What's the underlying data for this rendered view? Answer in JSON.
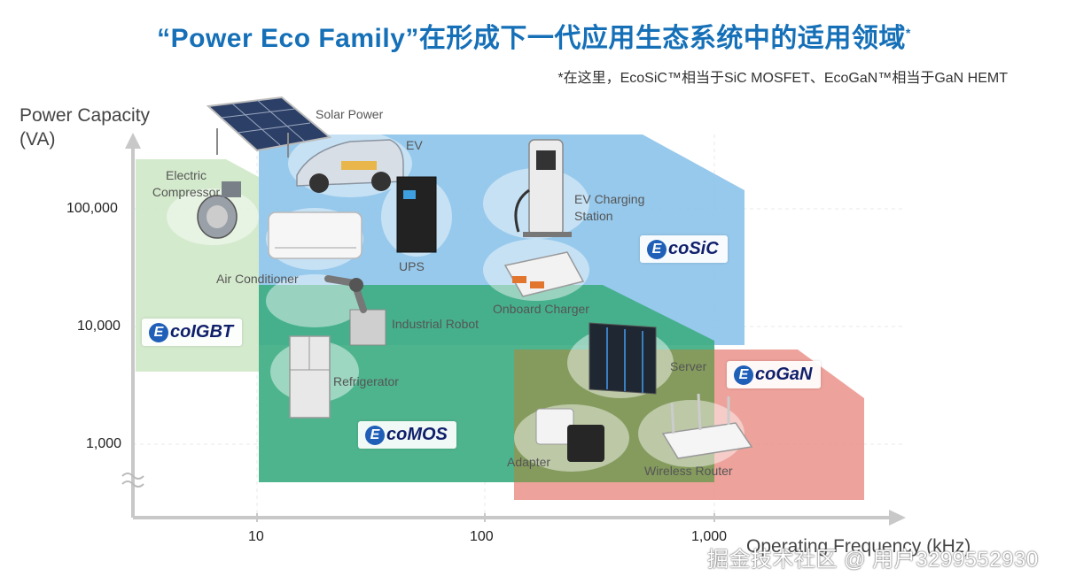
{
  "title": "“Power Eco Family”在形成下一代应用生态系统中的适用领域",
  "title_mark": "*",
  "subtitle": "*在这里，EcoSiC™相当于SiC MOSFET、EcoGaN™相当于GaN HEMT",
  "y_axis": {
    "title_line1": "Power Capacity",
    "title_line2": "(VA)",
    "ticks": [
      "100,000",
      "10,000",
      "1,000"
    ]
  },
  "x_axis": {
    "title": "Operating Frequency (kHz)",
    "ticks": [
      "10",
      "100",
      "1,000"
    ]
  },
  "families": {
    "igbt": {
      "prefix": "E",
      "name": "coIGBT",
      "color": "#cfe8c8"
    },
    "sic": {
      "prefix": "E",
      "name": "coSiC",
      "color": "#8ec4ea"
    },
    "mos": {
      "prefix": "E",
      "name": "coMOS",
      "color": "#3fae84"
    },
    "gan": {
      "prefix": "E",
      "name": "coGaN",
      "color": "#ea9289"
    }
  },
  "applications": {
    "solar": "Solar Power",
    "ev": "EV",
    "compressor_l1": "Electric",
    "compressor_l2": "Compressor",
    "charging_l1": "EV Charging",
    "charging_l2": "Station",
    "ups": "UPS",
    "aircon": "Air Conditioner",
    "onboard": "Onboard Charger",
    "robot": "Industrial Robot",
    "server": "Server",
    "fridge": "Refrigerator",
    "adapter": "Adapter",
    "router": "Wireless Router"
  },
  "watermark": "掘金技术社区 @ 用户3299552930"
}
